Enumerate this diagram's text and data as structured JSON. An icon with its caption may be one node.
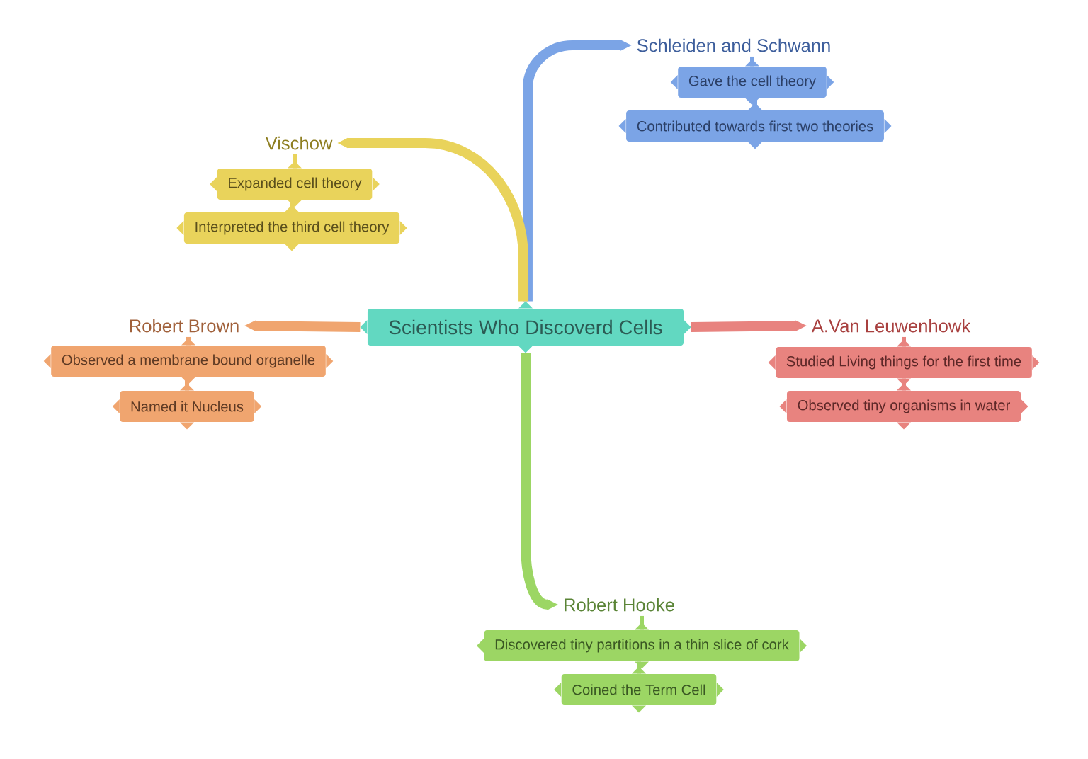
{
  "diagram": {
    "nodes": [
      {
        "text": [
          "Scientists Who Discoverd Cells"
        ]
      },
      {
        "text": [
          "Schleiden and Schwann"
        ]
      },
      {
        "text": [
          "Gave the cell theory"
        ]
      },
      {
        "text": [
          "Contributed towards first two theories"
        ]
      },
      {
        "text": [
          "Vischow"
        ]
      },
      {
        "text": [
          "Expanded cell theory"
        ]
      },
      {
        "text": [
          "Interpreted the third cell theory"
        ]
      },
      {
        "text": [
          "Robert Brown"
        ]
      },
      {
        "text": [
          "Observed a membrane bound organelle"
        ]
      },
      {
        "text": [
          "Named it Nucleus"
        ]
      },
      {
        "text": [
          "A.Van Leuwenhowk"
        ]
      },
      {
        "text": [
          "Studied Living things for the first time"
        ]
      },
      {
        "text": [
          "Observed tiny organisms in water"
        ]
      },
      {
        "text": [
          "Robert Hooke"
        ]
      },
      {
        "text": [
          "Discovered tiny partitions in a thin slice of cork"
        ]
      },
      {
        "text": [
          "Coined the Term Cell"
        ]
      }
    ],
    "edges": [
      {
        "from": 0,
        "to": 1,
        "arrow": "to",
        "style": "thick",
        "color": "#7ba4e6"
      },
      {
        "from": 0,
        "to": 4,
        "arrow": "to",
        "style": "thick",
        "color": "#e9d35b"
      },
      {
        "from": 0,
        "to": 7,
        "arrow": "to",
        "style": "thick",
        "color": "#f0a56f"
      },
      {
        "from": 0,
        "to": 10,
        "arrow": "to",
        "style": "thick",
        "color": "#e8837f"
      },
      {
        "from": 0,
        "to": 13,
        "arrow": "to",
        "style": "thick",
        "color": "#9cd664"
      },
      {
        "from": 1,
        "to": 2,
        "arrow": "none",
        "color": "#7ba4e6"
      },
      {
        "from": 2,
        "to": 3,
        "arrow": "none",
        "color": "#7ba4e6"
      },
      {
        "from": 4,
        "to": 5,
        "arrow": "none",
        "color": "#e9d35b"
      },
      {
        "from": 5,
        "to": 6,
        "arrow": "none",
        "color": "#e9d35b"
      },
      {
        "from": 7,
        "to": 8,
        "arrow": "none",
        "color": "#f0a56f"
      },
      {
        "from": 8,
        "to": 9,
        "arrow": "none",
        "color": "#f0a56f"
      },
      {
        "from": 10,
        "to": 11,
        "arrow": "none",
        "color": "#e8837f"
      },
      {
        "from": 11,
        "to": 12,
        "arrow": "none",
        "color": "#e8837f"
      },
      {
        "from": 13,
        "to": 14,
        "arrow": "none",
        "color": "#9cd664"
      },
      {
        "from": 14,
        "to": 15,
        "arrow": "none",
        "color": "#9cd664"
      }
    ]
  }
}
